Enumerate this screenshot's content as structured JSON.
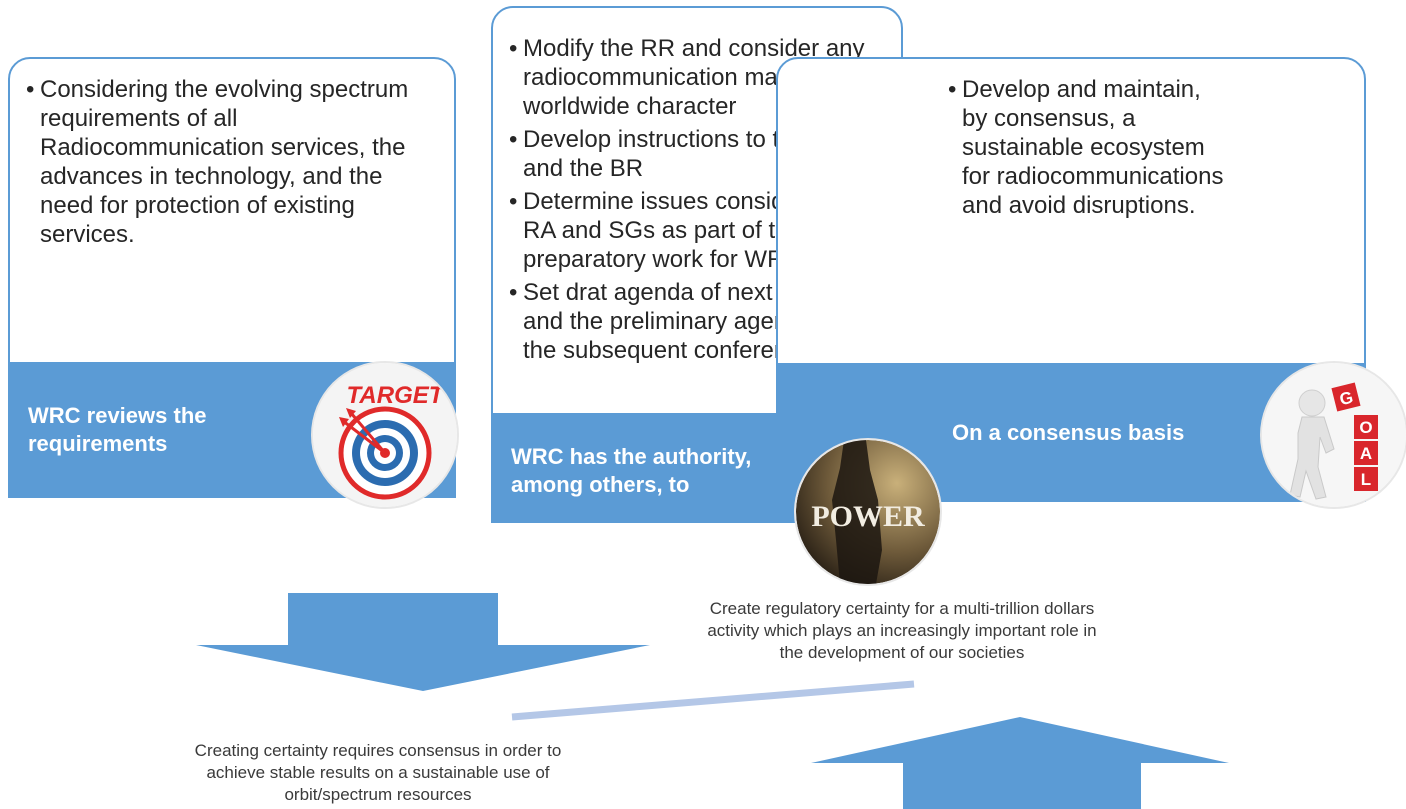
{
  "cards": {
    "left": {
      "bullets": [
        "Considering the evolving spectrum requirements of all Radiocommunication services, the advances in technology, and the need for protection of existing services."
      ],
      "footer": "WRC reviews the requirements"
    },
    "middle": {
      "bullets": [
        "Modify the RR and consider any radiocommunication matter of worldwide character",
        "Develop instructions to the RRB and the BR",
        "Determine issues considered by RA and SGs as part of the preparatory work for WRC future",
        "Set drat agenda of next WRC, and the preliminary agenda for the subsequent conference."
      ],
      "footer": "WRC has the authority, among others, to"
    },
    "right": {
      "bullets": [
        "Develop and maintain, by consensus,  a sustainable ecosystem for radiocommunications and avoid disruptions."
      ],
      "footer": "On a consensus basis"
    }
  },
  "emblems": {
    "target": {
      "label": "TARGET",
      "icon": "target-icon"
    },
    "power": {
      "label": "POWER",
      "icon": "power-icon"
    },
    "goal": {
      "letters": [
        "G",
        "O",
        "A",
        "L"
      ],
      "icon": "goal-icon"
    }
  },
  "notes": {
    "right": "Create regulatory certainty for a multi-trillion dollars activity which plays an increasingly important role in the development of our societies",
    "left": "Creating certainty requires consensus in order to achieve stable results on a sustainable use of orbit/spectrum resources"
  },
  "colors": {
    "accent": "#5b9bd5",
    "connector": "#b4c7e7",
    "target_red": "#e02a2a",
    "goal_red": "#d9262c"
  }
}
